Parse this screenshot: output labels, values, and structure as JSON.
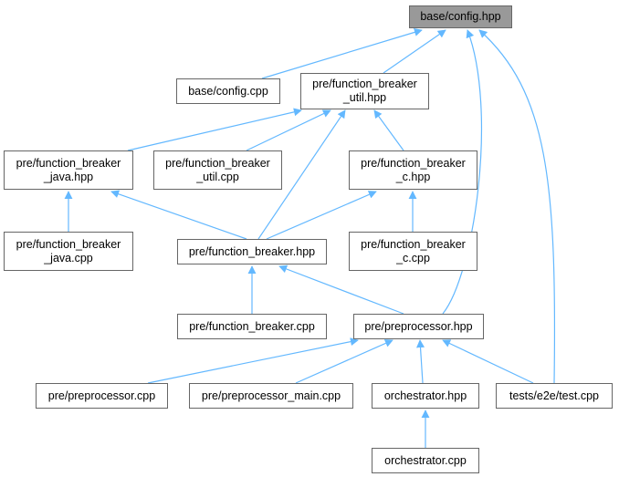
{
  "colors": {
    "edge": "#63b8ff",
    "border": "#666666",
    "root_fill": "#999999"
  },
  "nodes": [
    {
      "id": "base_config_hpp",
      "label": "base/config.hpp",
      "root": true
    },
    {
      "id": "base_config_cpp",
      "label": "base/config.cpp"
    },
    {
      "id": "fb_util_hpp",
      "label": "pre/function_breaker\n_util.hpp"
    },
    {
      "id": "fb_java_hpp",
      "label": "pre/function_breaker\n_java.hpp"
    },
    {
      "id": "fb_util_cpp",
      "label": "pre/function_breaker\n_util.cpp"
    },
    {
      "id": "fb_c_hpp",
      "label": "pre/function_breaker\n_c.hpp"
    },
    {
      "id": "fb_java_cpp",
      "label": "pre/function_breaker\n_java.cpp"
    },
    {
      "id": "fb_hpp",
      "label": "pre/function_breaker.hpp"
    },
    {
      "id": "fb_c_cpp",
      "label": "pre/function_breaker\n_c.cpp"
    },
    {
      "id": "fb_cpp",
      "label": "pre/function_breaker.cpp"
    },
    {
      "id": "pp_hpp",
      "label": "pre/preprocessor.hpp"
    },
    {
      "id": "pp_cpp",
      "label": "pre/preprocessor.cpp"
    },
    {
      "id": "pp_main_cpp",
      "label": "pre/preprocessor_main.cpp"
    },
    {
      "id": "orch_hpp",
      "label": "orchestrator.hpp"
    },
    {
      "id": "test_cpp",
      "label": "tests/e2e/test.cpp"
    },
    {
      "id": "orch_cpp",
      "label": "orchestrator.cpp"
    }
  ],
  "edges": [
    {
      "from": "base_config_cpp",
      "to": "base_config_hpp"
    },
    {
      "from": "fb_util_hpp",
      "to": "base_config_hpp"
    },
    {
      "from": "pp_hpp",
      "to": "base_config_hpp"
    },
    {
      "from": "test_cpp",
      "to": "base_config_hpp"
    },
    {
      "from": "fb_java_hpp",
      "to": "fb_util_hpp"
    },
    {
      "from": "fb_util_cpp",
      "to": "fb_util_hpp"
    },
    {
      "from": "fb_hpp",
      "to": "fb_util_hpp"
    },
    {
      "from": "fb_c_hpp",
      "to": "fb_util_hpp"
    },
    {
      "from": "fb_java_cpp",
      "to": "fb_java_hpp"
    },
    {
      "from": "fb_hpp",
      "to": "fb_java_hpp"
    },
    {
      "from": "fb_hpp",
      "to": "fb_c_hpp"
    },
    {
      "from": "fb_c_cpp",
      "to": "fb_c_hpp"
    },
    {
      "from": "fb_cpp",
      "to": "fb_hpp"
    },
    {
      "from": "pp_hpp",
      "to": "fb_hpp"
    },
    {
      "from": "pp_cpp",
      "to": "pp_hpp"
    },
    {
      "from": "pp_main_cpp",
      "to": "pp_hpp"
    },
    {
      "from": "orch_hpp",
      "to": "pp_hpp"
    },
    {
      "from": "test_cpp",
      "to": "pp_hpp"
    },
    {
      "from": "orch_cpp",
      "to": "orch_hpp"
    }
  ]
}
